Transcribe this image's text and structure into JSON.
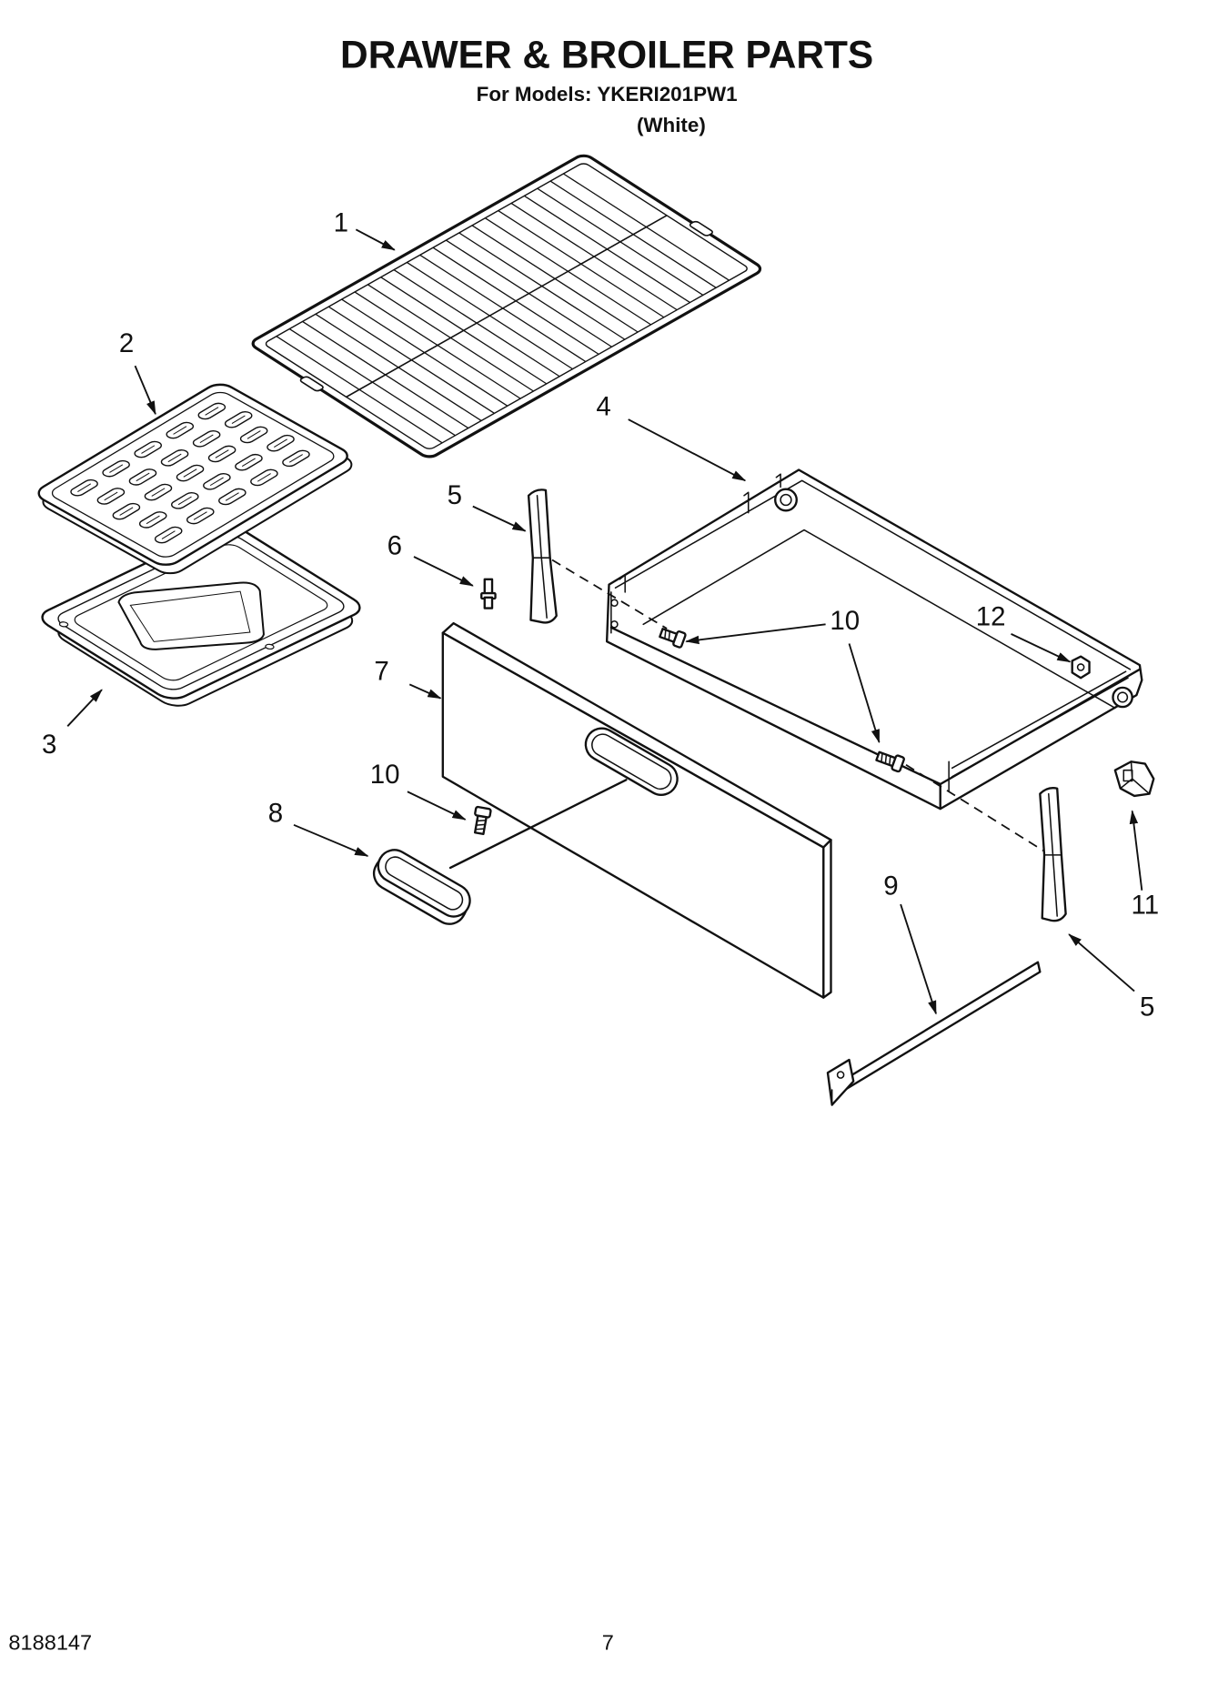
{
  "header": {
    "title": "DRAWER & BROILER PARTS",
    "models": "For Models: YKERI201PW1",
    "color": "(White)"
  },
  "callouts": [
    "1",
    "2",
    "4",
    "5",
    "6",
    "10",
    "12",
    "7",
    "3",
    "10",
    "8",
    "9",
    "11",
    "5"
  ],
  "footer": {
    "doc_number": "8188147",
    "page_number": "7"
  }
}
